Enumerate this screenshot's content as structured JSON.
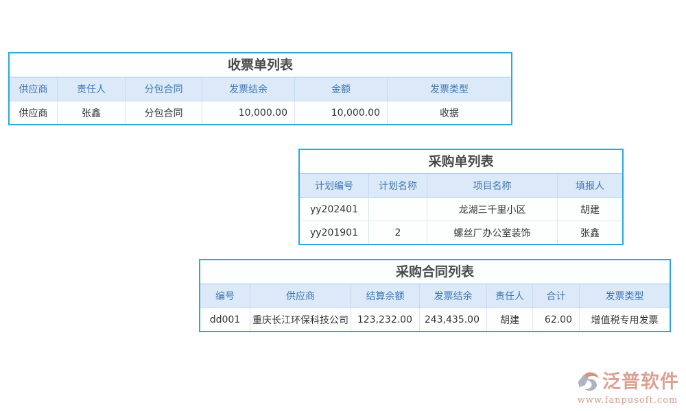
{
  "colors": {
    "panel_border": "#29a9dc",
    "header_bg": "#dbe9f8",
    "header_text": "#3f76b4",
    "title_text": "#4a4a4a",
    "body_text": "#333333",
    "watermark_text": "#d08a76"
  },
  "tables": [
    {
      "title": "收票单列表",
      "headers": [
        "供应商",
        "责任人",
        "分包合同",
        "发票结余",
        "金额",
        "发票类型"
      ],
      "rows": [
        [
          "供应商",
          "张鑫",
          "分包合同",
          "10,000.00",
          "10,000.00",
          "收据"
        ]
      ]
    },
    {
      "title": "采购单列表",
      "headers": [
        "计划编号",
        "计划名称",
        "项目名称",
        "填报人"
      ],
      "rows": [
        [
          "yy202401",
          "",
          "龙湖三千里小区",
          "胡建"
        ],
        [
          "yy201901",
          "2",
          "螺丝厂办公室装饰",
          "张鑫"
        ]
      ]
    },
    {
      "title": "采购合同列表",
      "headers": [
        "编号",
        "供应商",
        "结算余额",
        "发票结余",
        "责任人",
        "合计",
        "发票类型"
      ],
      "rows": [
        [
          "dd001",
          "重庆长江环保科技公司",
          "123,232.00",
          "243,435.00",
          "胡建",
          "62.00",
          "增值税专用发票"
        ]
      ]
    }
  ],
  "watermark": {
    "brand": "泛普软件",
    "url": "www.fanpusoft.com"
  }
}
